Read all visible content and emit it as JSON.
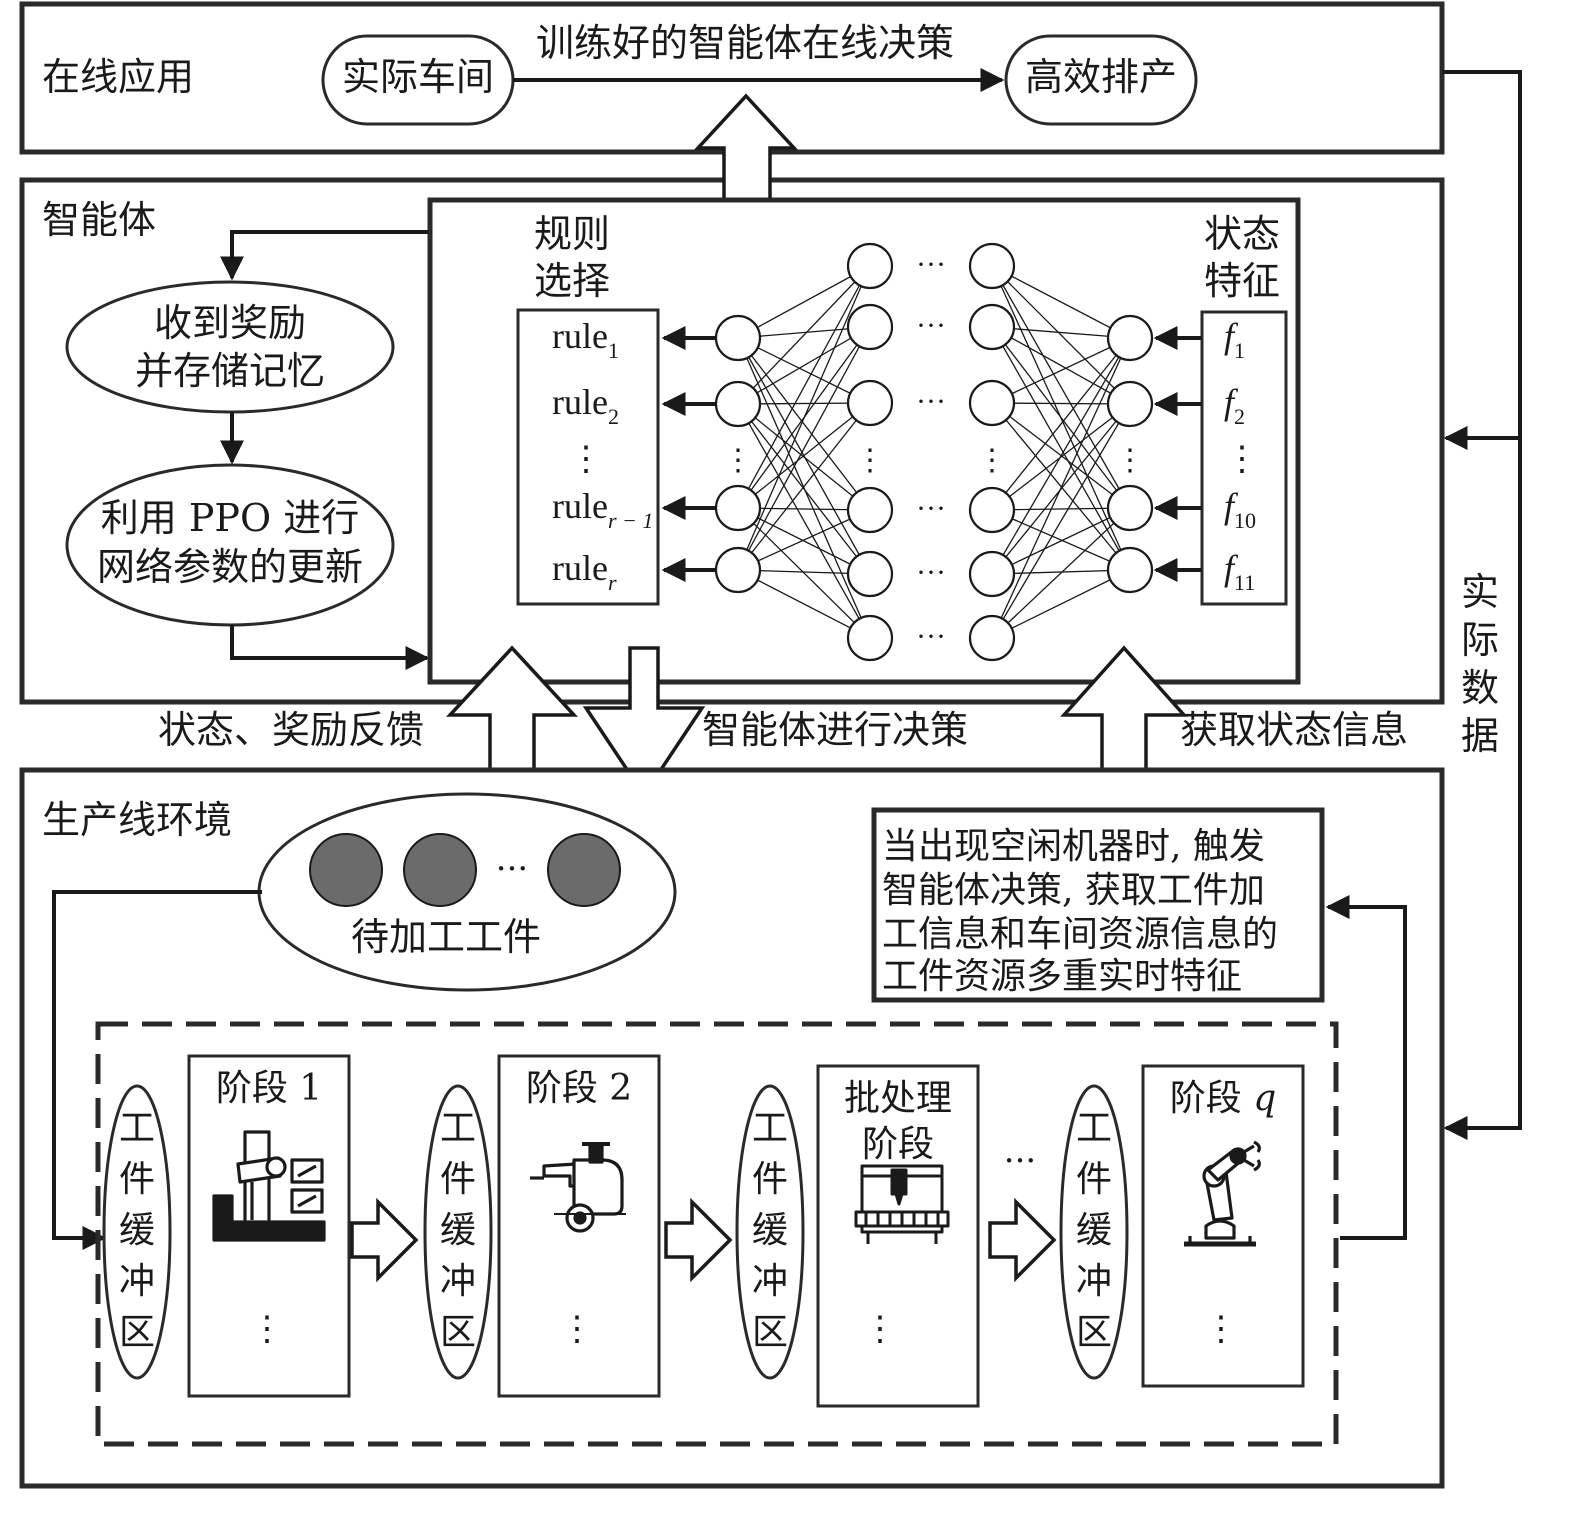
{
  "online": {
    "title": "在线应用",
    "workshop": "实际车间",
    "decision": "训练好的智能体在线决策",
    "result": "高效排产"
  },
  "agent": {
    "title": "智能体",
    "reward_line1": "收到奖励",
    "reward_line2": "并存储记忆",
    "ppo_line1": "利用 PPO 进行",
    "ppo_line2": "网络参数的更新",
    "rule_header_line1": "规则",
    "rule_header_line2": "选择",
    "state_header_line1": "状态",
    "state_header_line2": "特征",
    "rules": [
      {
        "base": "rule",
        "sub": "1"
      },
      {
        "base": "rule",
        "sub": "2"
      },
      {
        "base": "rule",
        "sub": "r − 1"
      },
      {
        "base": "rule",
        "sub": "r"
      }
    ],
    "features": [
      {
        "base": "f",
        "sub": "1"
      },
      {
        "base": "f",
        "sub": "2"
      },
      {
        "base": "f",
        "sub": "10"
      },
      {
        "base": "f",
        "sub": "11"
      }
    ]
  },
  "flows": {
    "state_reward": "状态、奖励反馈",
    "agent_decide": "智能体进行决策",
    "get_state": "获取状态信息",
    "real_data": "实际数据"
  },
  "env": {
    "title": "生产线环境",
    "jobs_label": "待加工工件",
    "trigger_lines": [
      "当出现空闲机器时, 触发",
      "智能体决策, 获取工件加",
      "工信息和车间资源信息的",
      "工件资源多重实时特征"
    ],
    "buffer_chars": [
      "工",
      "件",
      "缓",
      "冲",
      "区"
    ],
    "stages": [
      {
        "line1": "阶段 1",
        "line2": ""
      },
      {
        "line1": "阶段 2",
        "line2": ""
      },
      {
        "line1": "批处理",
        "line2": "阶段"
      },
      {
        "line1": "阶段 ",
        "line2": "",
        "italic": "q"
      }
    ]
  },
  "icons": [
    "machine-tool-icon",
    "grinder-icon",
    "batch-machine-icon",
    "robot-arm-icon"
  ]
}
